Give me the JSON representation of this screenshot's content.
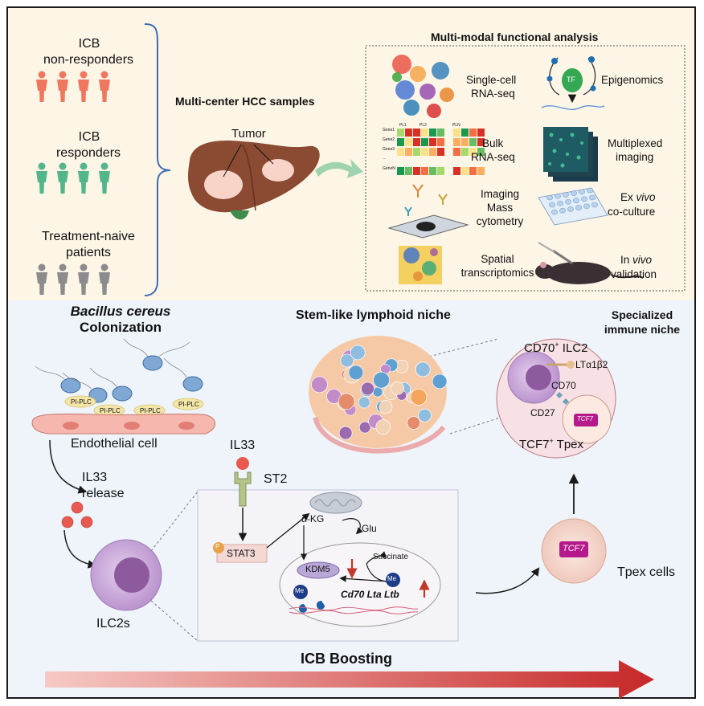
{
  "top": {
    "groups": {
      "nonresp_l1": "ICB",
      "nonresp_l2": "non-responders",
      "resp_l1": "ICB",
      "resp_l2": "responders",
      "naive_l1": "Treatment-naive",
      "naive_l2": "patients"
    },
    "samples_title": "Multi-center HCC samples",
    "tumor_label": "Tumor",
    "analysis_title": "Multi-modal functional analysis",
    "methods": {
      "scrna_l1": "Single-cell",
      "scrna_l2": "RNA-seq",
      "epigenomics": "Epigenomics",
      "tf_label": "TF",
      "bulk_l1": "Bulk",
      "bulk_l2": "RNA-seq",
      "mplex_l1": "Multiplexed",
      "mplex_l2": "imaging",
      "imc_l1": "Imaging",
      "imc_l2": "Mass",
      "imc_l3": "cytometry",
      "exvivo_l1_a": "Ex ",
      "exvivo_l1_b": "vivo",
      "exvivo_l2": "co-culture",
      "spatial_l1": "Spatial",
      "spatial_l2": "transcriptomics",
      "invivo_l1_a": "In ",
      "invivo_l1_b": "vivo",
      "invivo_l2": "validation"
    },
    "heatmap_genes": [
      "Gene1",
      "Gene2",
      "Gene3",
      "...",
      "GeneN"
    ],
    "heatmap_groups": [
      "PL1",
      "PL2",
      "PLN"
    ]
  },
  "bottom": {
    "bacillus_l1": "Bacillus cereus",
    "bacillus_l2": "Colonization",
    "pi_plc": "PI-PLC",
    "endothelial": "Endothelial cell",
    "il33_release_l1": "IL33",
    "il33_release_l2": "release",
    "ilc2s": "ILC2s",
    "il33": "IL33",
    "st2": "ST2",
    "p": "P",
    "stat3": "STAT3",
    "akg": "α-KG",
    "glu": "Glu",
    "kdm5": "KDM5",
    "succinate": "Succinate",
    "me": "Me",
    "genes": "Cd70 Lta Ltb",
    "niche_title": "Stem-like lymphoid niche",
    "specialized_l1": "Specialized",
    "specialized_l2": "immune niche",
    "cd70_ilc2_a": "CD70",
    "cd70_ilc2_sup": "+",
    "cd70_ilc2_b": " ILC2",
    "lta": "LTα1β2",
    "cd70": "CD70",
    "cd27": "CD27",
    "tcf7": "TCF7",
    "tcf7_tpex_a": "TCF7",
    "tcf7_tpex_sup": "+",
    "tcf7_tpex_b": " Tpex",
    "tpex_cells": "Tpex cells",
    "icb_boosting": "ICB Boosting"
  },
  "colors": {
    "top_bg": "#fdf5e6",
    "bottom_bg": "#eef4fa",
    "nonresp": "#f0775f",
    "resp": "#52b68a",
    "naive": "#8c8c8c",
    "bracket": "#3d6bb5",
    "liver": "#8b4a32",
    "ilc2": "#c9a6d9",
    "tpex": "#f5d9cf",
    "tcf7_box": "#b5198b",
    "arrow_red": "#c0392b"
  }
}
